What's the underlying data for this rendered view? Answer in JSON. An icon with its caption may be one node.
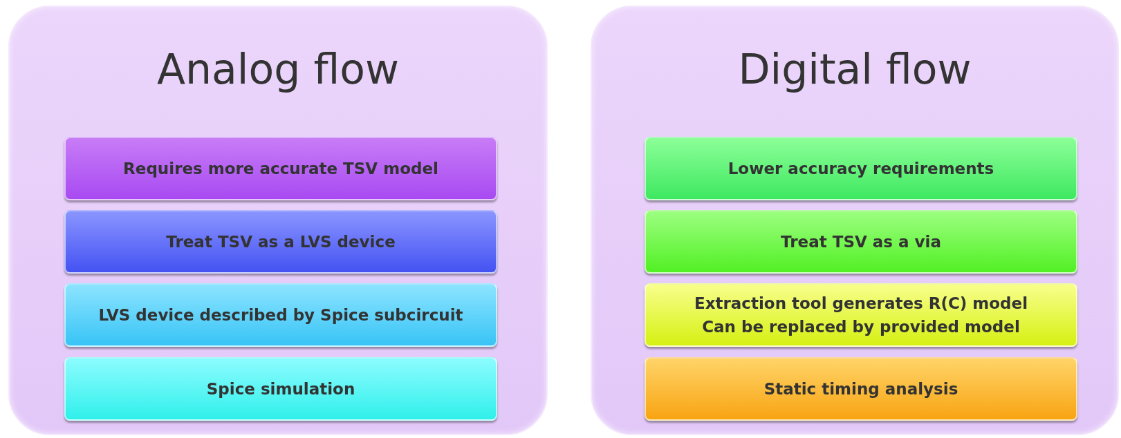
{
  "diagram": {
    "nodes": [
      {
        "text": [
          "Analog flow"
        ]
      },
      {
        "text": [
          "Requires more accurate TSV model"
        ],
        "in": 0
      },
      {
        "text": [
          "Treat TSV as a LVS device"
        ],
        "in": 0
      },
      {
        "text": [
          "LVS device described by Spice subcircuit"
        ],
        "in": 0
      },
      {
        "text": [
          "Spice simulation"
        ],
        "in": 0
      },
      {
        "text": [
          "Digital flow"
        ]
      },
      {
        "text": [
          "Lower accuracy requirements"
        ],
        "in": 5
      },
      {
        "text": [
          "Treat TSV as a via"
        ],
        "in": 5
      },
      {
        "text": [
          "Extraction tool generates R(C) model",
          "Can be replaced by provided model"
        ],
        "in": 5
      },
      {
        "text": [
          "Static timing analysis"
        ],
        "in": 5
      }
    ]
  }
}
